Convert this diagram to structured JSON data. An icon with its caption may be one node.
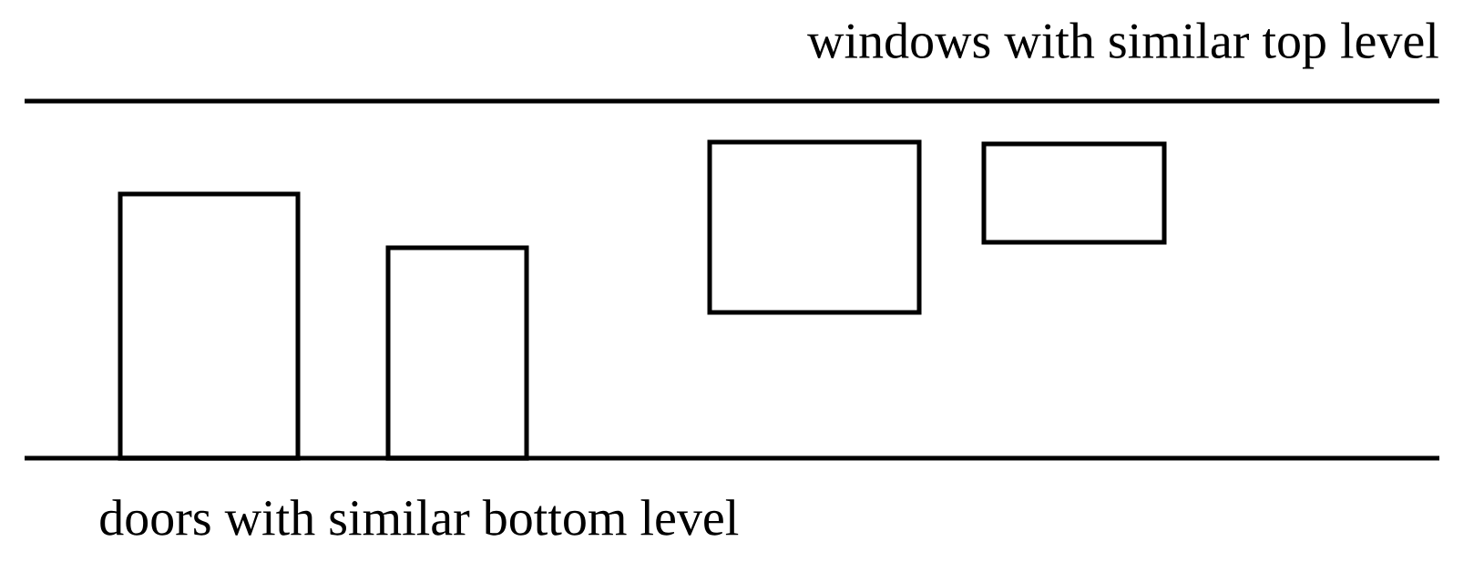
{
  "diagram": {
    "nodes": [
      {
        "text": [],
        "shape": "box"
      },
      {
        "text": [],
        "shape": "box"
      },
      {
        "text": [],
        "shape": "box"
      },
      {
        "text": [],
        "shape": "box"
      }
    ],
    "labels": [
      "windows with similar top level",
      "doors with similar bottom level"
    ]
  }
}
